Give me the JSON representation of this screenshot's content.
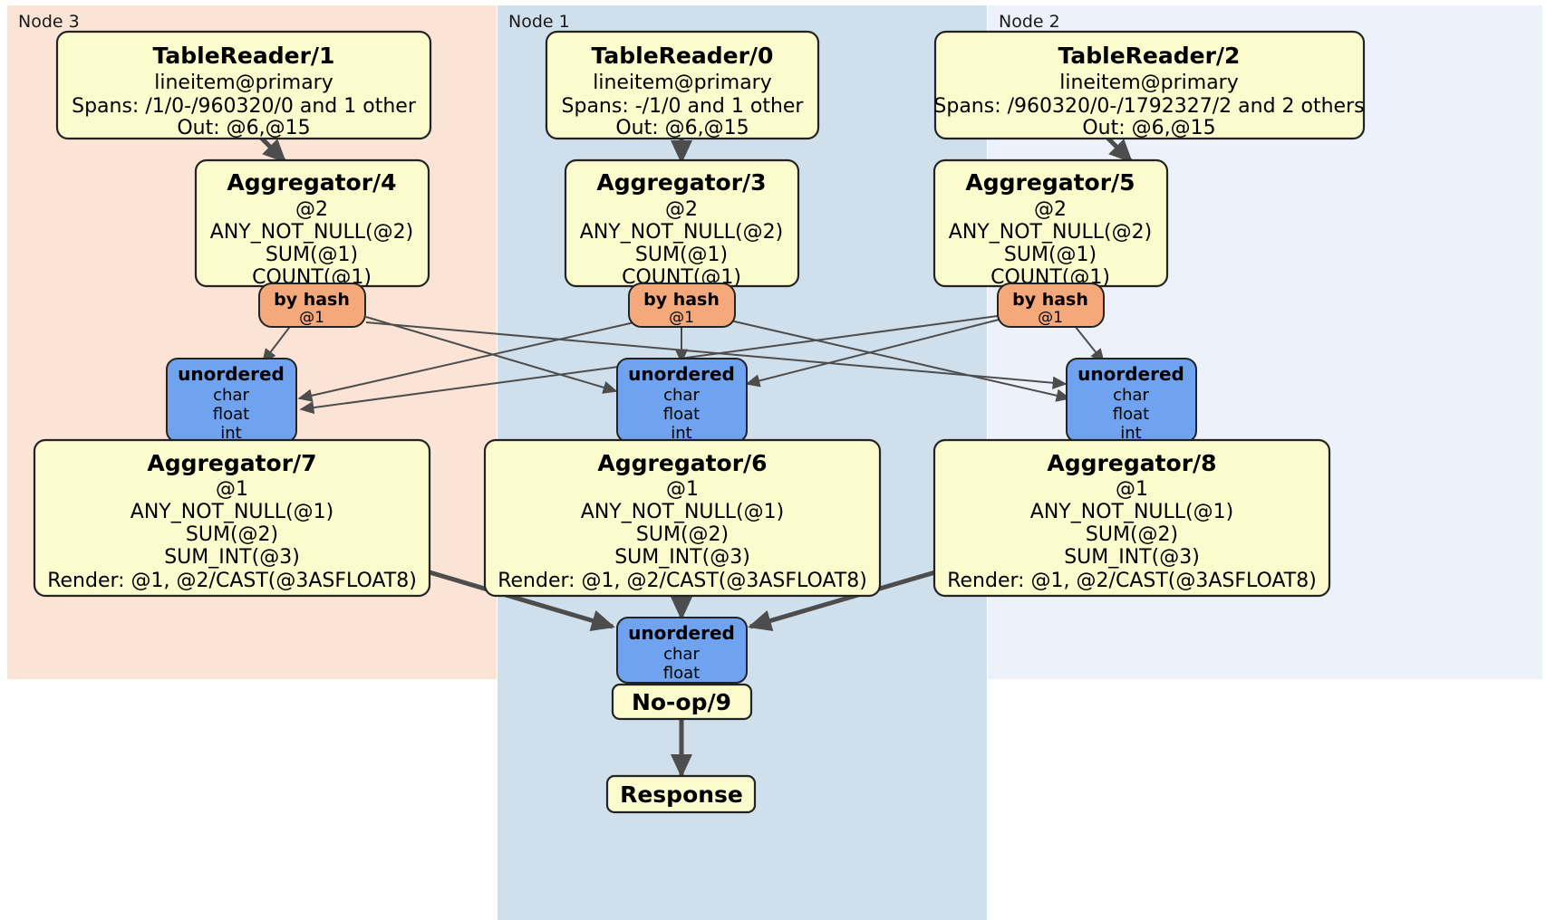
{
  "diagram": {
    "title": "Distributed query execution plan",
    "colors": {
      "processor_fill": "#fbfbcd",
      "processor_stroke": "#232323",
      "router_fill": "#f5a97a",
      "sync_fill": "#6fa3ef",
      "edge": "#4d4d4d",
      "node3_panel": "#fbe3d6",
      "node1_panel": "#cfdfeb",
      "node2_panel": "#ecf1fa"
    }
  },
  "panels": [
    {
      "id": "node3",
      "label": "Node 3",
      "fill": "#fbe3d6"
    },
    {
      "id": "node1",
      "label": "Node 1",
      "fill": "#cfdfeb"
    },
    {
      "id": "node2",
      "label": "Node 2",
      "fill": "#ecf1fa"
    }
  ],
  "processors": {
    "table_reader_1": {
      "title": "TableReader/1",
      "lines": [
        "lineitem@primary",
        "Spans: /1/0-/960320/0 and 1 other",
        "Out: @6,@15"
      ]
    },
    "table_reader_0": {
      "title": "TableReader/0",
      "lines": [
        "lineitem@primary",
        "Spans: -/1/0 and 1 other",
        "Out: @6,@15"
      ]
    },
    "table_reader_2": {
      "title": "TableReader/2",
      "lines": [
        "lineitem@primary",
        "Spans: /960320/0-/1792327/2 and 2 others",
        "Out: @6,@15"
      ]
    },
    "aggregator_4": {
      "title": "Aggregator/4",
      "lines": [
        "@2",
        "ANY_NOT_NULL(@2)",
        "SUM(@1)",
        "COUNT(@1)"
      ]
    },
    "aggregator_3": {
      "title": "Aggregator/3",
      "lines": [
        "@2",
        "ANY_NOT_NULL(@2)",
        "SUM(@1)",
        "COUNT(@1)"
      ]
    },
    "aggregator_5": {
      "title": "Aggregator/5",
      "lines": [
        "@2",
        "ANY_NOT_NULL(@2)",
        "SUM(@1)",
        "COUNT(@1)"
      ]
    },
    "aggregator_7": {
      "title": "Aggregator/7",
      "lines": [
        "@1",
        "ANY_NOT_NULL(@1)",
        "SUM(@2)",
        "SUM_INT(@3)",
        "Render: @1, @2/CAST(@3ASFLOAT8)"
      ]
    },
    "aggregator_6": {
      "title": "Aggregator/6",
      "lines": [
        "@1",
        "ANY_NOT_NULL(@1)",
        "SUM(@2)",
        "SUM_INT(@3)",
        "Render: @1, @2/CAST(@3ASFLOAT8)"
      ]
    },
    "aggregator_8": {
      "title": "Aggregator/8",
      "lines": [
        "@1",
        "ANY_NOT_NULL(@1)",
        "SUM(@2)",
        "SUM_INT(@3)",
        "Render: @1, @2/CAST(@3ASFLOAT8)"
      ]
    },
    "noop_9": {
      "title": "No-op/9",
      "lines": []
    },
    "response": {
      "title": "Response",
      "lines": []
    }
  },
  "routers": {
    "hash_left": {
      "title": "by hash",
      "lines": [
        "@1"
      ]
    },
    "hash_middle": {
      "title": "by hash",
      "lines": [
        "@1"
      ]
    },
    "hash_right": {
      "title": "by hash",
      "lines": [
        "@1"
      ]
    }
  },
  "synchronizers": {
    "unordered_left": {
      "title": "unordered",
      "lines": [
        "char",
        "float",
        "int"
      ]
    },
    "unordered_middle": {
      "title": "unordered",
      "lines": [
        "char",
        "float",
        "int"
      ]
    },
    "unordered_right": {
      "title": "unordered",
      "lines": [
        "char",
        "float",
        "int"
      ]
    },
    "unordered_final": {
      "title": "unordered",
      "lines": [
        "char",
        "float"
      ]
    }
  }
}
